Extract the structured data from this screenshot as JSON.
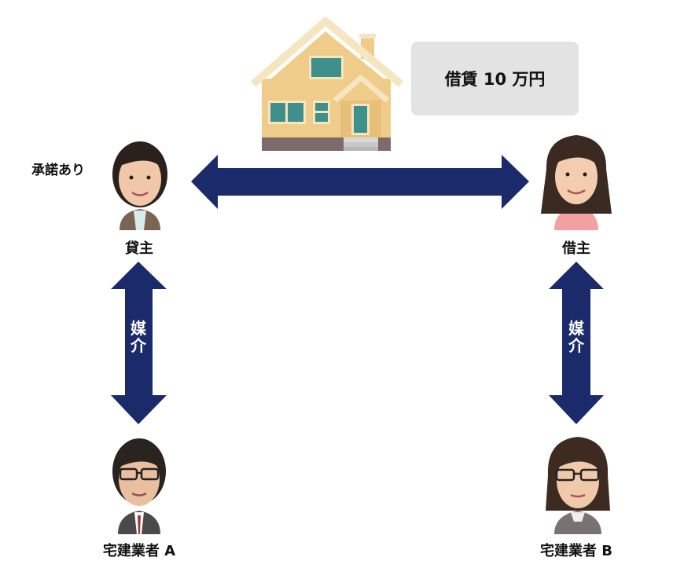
{
  "rent": {
    "text": "借賃 10 万円"
  },
  "consent": {
    "text": "承諾あり"
  },
  "people": {
    "lessor": "貸主",
    "lessee": "借主",
    "agent_a": "宅建業者 A",
    "agent_b": "宅建業者 B"
  },
  "mediation": {
    "left": [
      "媒",
      "介"
    ],
    "right": [
      "媒",
      "介"
    ]
  },
  "colors": {
    "arrow": "#1b2a6b",
    "house_wall": "#f0cc8a",
    "house_roof": "#f4e6c0",
    "house_window": "#3f8f8a",
    "house_base": "#7d6a6a"
  }
}
